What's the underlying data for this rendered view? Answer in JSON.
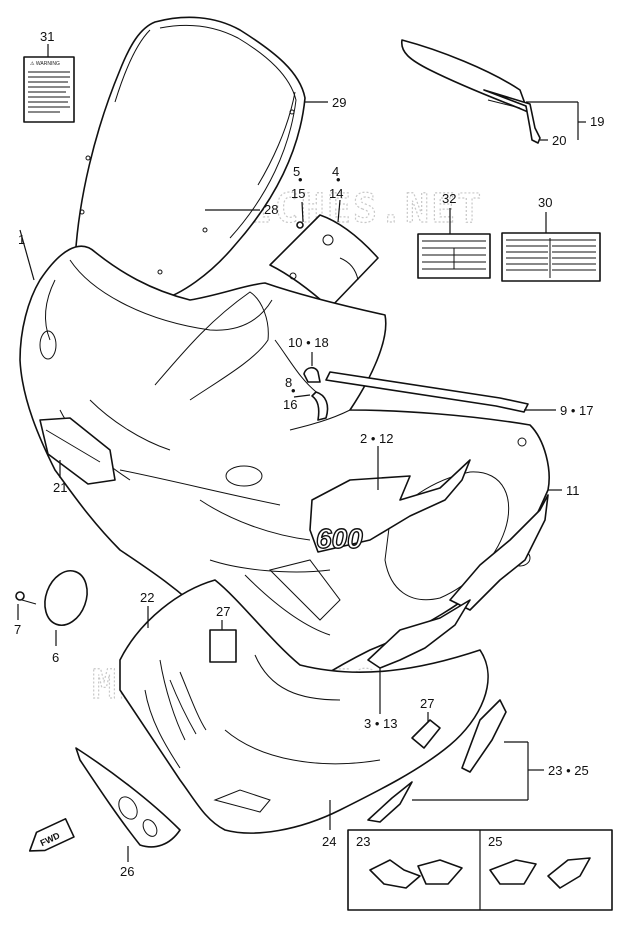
{
  "watermark": "MICROFICHES.NET",
  "fwd_label": "FWD",
  "labels": {
    "p31": "31",
    "p29": "29",
    "p19": "19",
    "p20": "20",
    "p5": "5",
    "p15": "15",
    "p4": "4",
    "p14": "14",
    "p28": "28",
    "p32": "32",
    "p30": "30",
    "p1": "1",
    "p10_18": "10 • 18",
    "p8": "8",
    "p16": "16",
    "p9_17": "9 • 17",
    "p2_12": "2 • 12",
    "p11": "11",
    "p21": "21",
    "p7": "7",
    "p6": "6",
    "p22": "22",
    "p27a": "27",
    "p27b": "27",
    "p3_13": "3 • 13",
    "p23_25": "23 • 25",
    "p24": "24",
    "p26": "26",
    "p23": "23",
    "p25": "25"
  },
  "decal_600": "600",
  "warning_label_title": "⚠ WARNING"
}
